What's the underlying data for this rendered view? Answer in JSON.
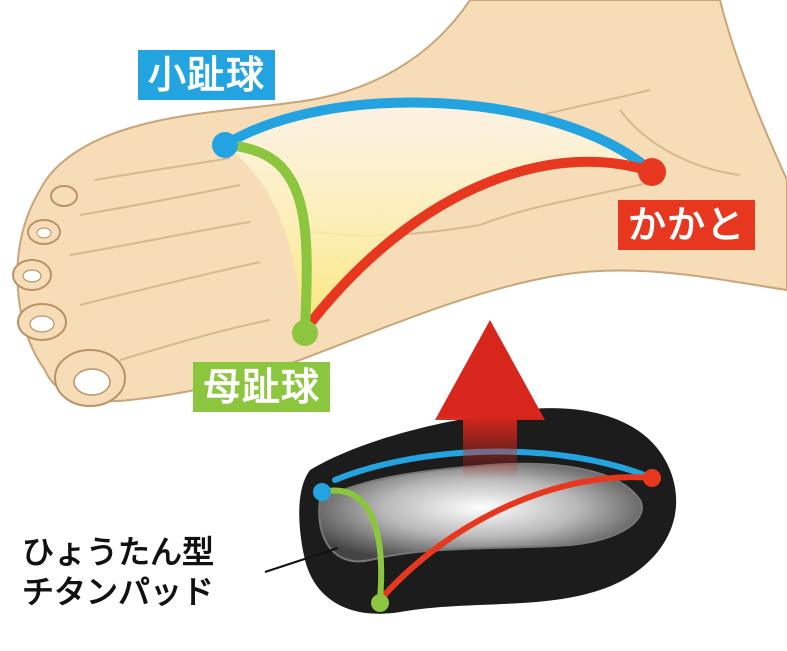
{
  "labels": {
    "small_toe_ball": "小趾球",
    "heel": "かかと",
    "big_toe_ball": "母趾球"
  },
  "pad": {
    "line1": "ひょうたん型",
    "line2": "チタンパッド"
  },
  "colors": {
    "small_toe_ball": "#23a4e0",
    "heel": "#e8371f",
    "big_toe_ball": "#8cc63f",
    "foot_skin": "#f6ddb8",
    "arrow": "#d9261c",
    "insole_dark": "#1c1c1c"
  }
}
